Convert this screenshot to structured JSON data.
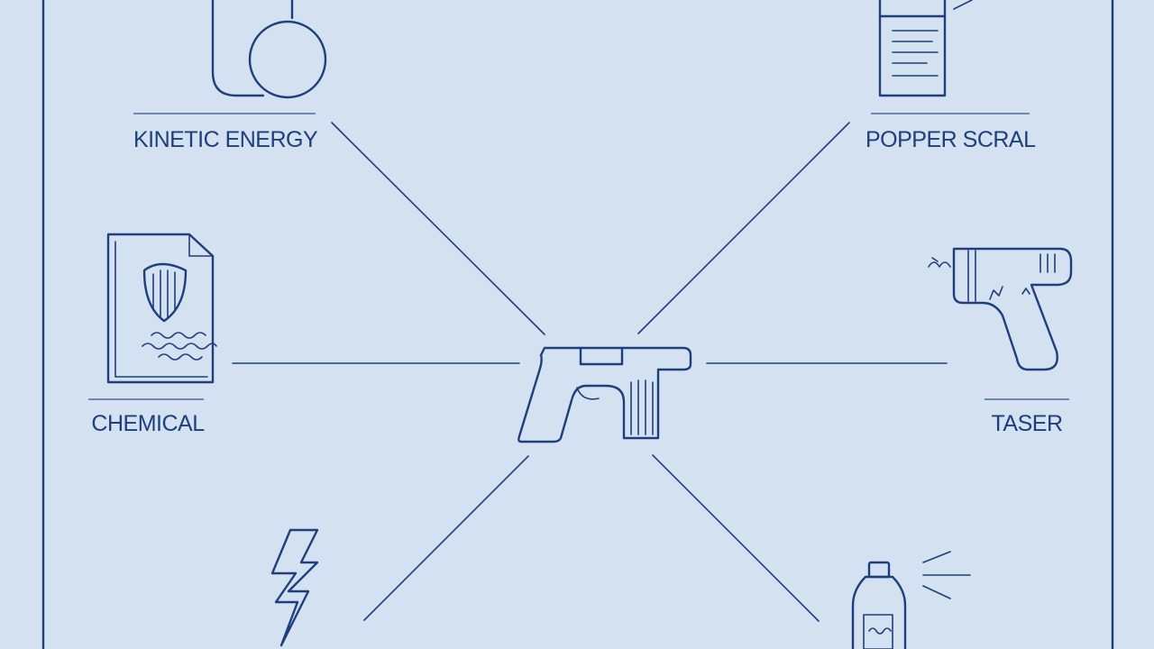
{
  "nodes": {
    "kinetic": {
      "label": "KINETIC ENERGY"
    },
    "pepper": {
      "label": "POPPER SCRAL"
    },
    "chemical": {
      "label": "CHEMICAL"
    },
    "taser": {
      "label": "TASER"
    }
  },
  "colors": {
    "background": "#d3e1f1",
    "ink": "#1d3f7e"
  }
}
